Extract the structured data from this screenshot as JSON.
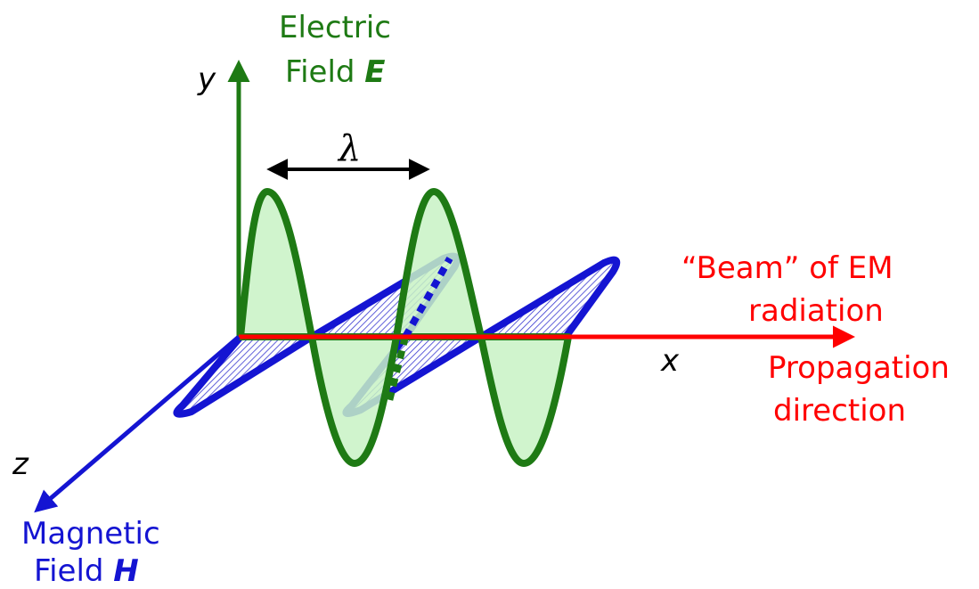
{
  "labels": {
    "electric_line1": "Electric",
    "electric_line2": "Field ",
    "electric_symbol": "E",
    "magnetic_line1": "Magnetic",
    "magnetic_line2": "Field ",
    "magnetic_symbol": "H",
    "beam_line1": "“Beam” of EM",
    "beam_line2": "radiation",
    "propagation_line1": "Propagation",
    "propagation_line2": "direction",
    "axis_x": "x",
    "axis_y": "y",
    "axis_z": "z",
    "wavelength": "λ"
  },
  "colors": {
    "electric": "#1e7a14",
    "electric_fill": "#c8f2c4",
    "magnetic": "#1414d2",
    "propagation": "#ff0000",
    "text_black": "#000000"
  }
}
